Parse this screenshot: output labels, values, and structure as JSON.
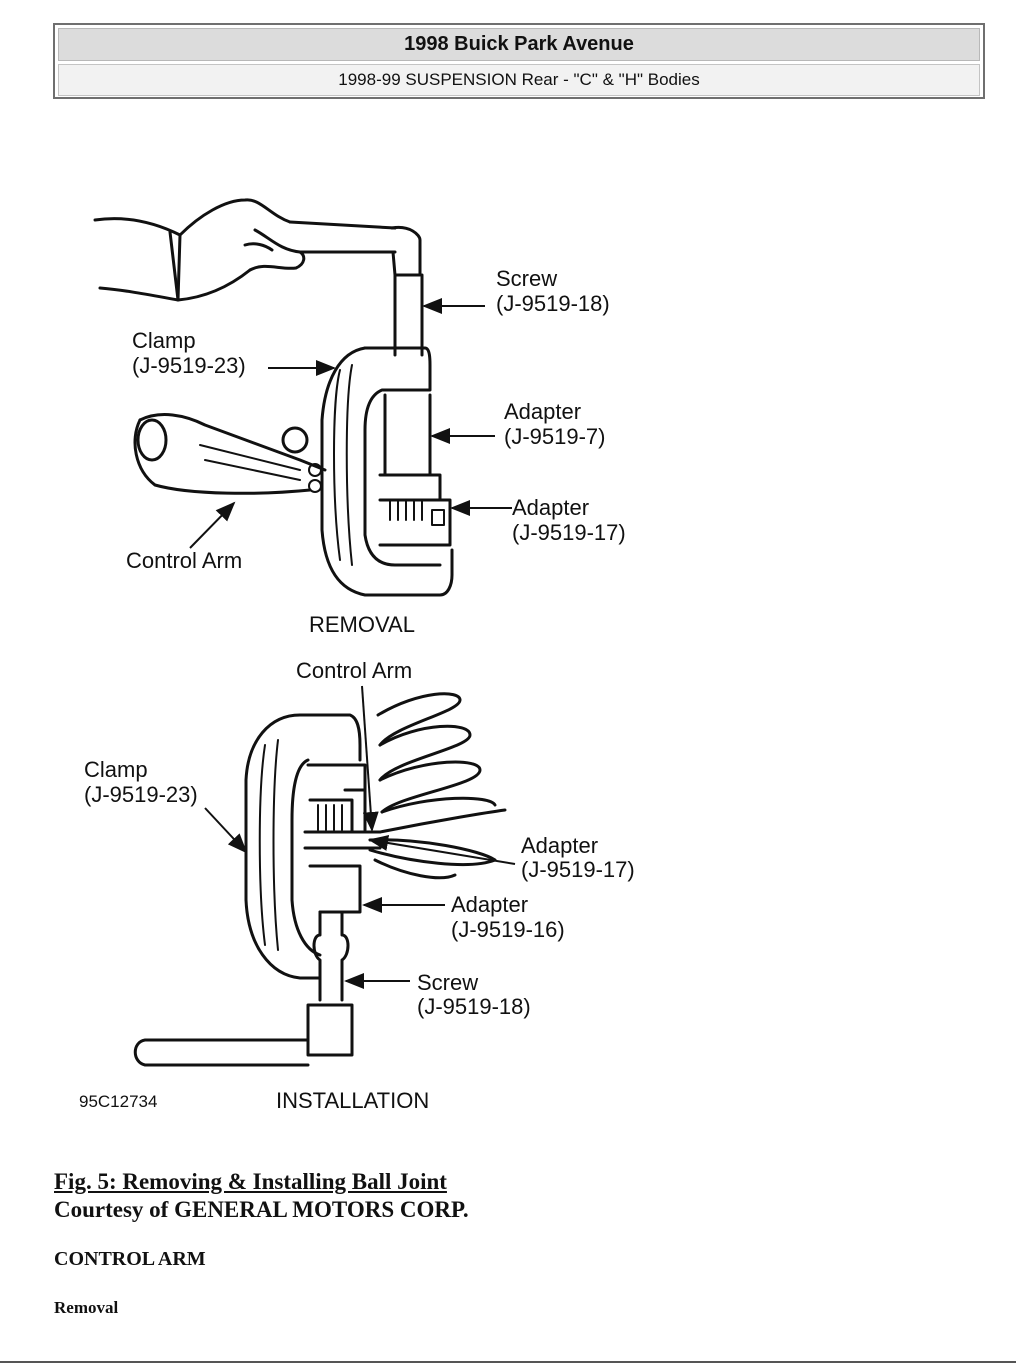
{
  "header": {
    "title": "1998 Buick Park Avenue",
    "subtitle": "1998-99 SUSPENSION Rear - \"C\" & \"H\" Bodies"
  },
  "figure": {
    "removal": {
      "screw_name": "Screw",
      "screw_part": "(J-9519-18)",
      "clamp_name": "Clamp",
      "clamp_part": "(J-9519-23)",
      "adapter1_name": "Adapter",
      "adapter1_part": "(J-9519-7)",
      "adapter2_name": "Adapter",
      "adapter2_part": "(J-9519-17)",
      "control_arm": "Control Arm",
      "caption": "REMOVAL"
    },
    "installation": {
      "control_arm": "Control Arm",
      "clamp_name": "Clamp",
      "clamp_part": "(J-9519-23)",
      "adapter1_name": "Adapter",
      "adapter1_part": "(J-9519-17)",
      "adapter2_name": "Adapter",
      "adapter2_part": "(J-9519-16)",
      "screw_name": "Screw",
      "screw_part": "(J-9519-18)",
      "caption": "INSTALLATION"
    },
    "code": "95C12734"
  },
  "caption": {
    "fig_title": "Fig. 5: Removing & Installing Ball Joint",
    "courtesy": "Courtesy of GENERAL MOTORS CORP."
  },
  "section": {
    "heading": "CONTROL ARM",
    "subheading": "Removal"
  }
}
